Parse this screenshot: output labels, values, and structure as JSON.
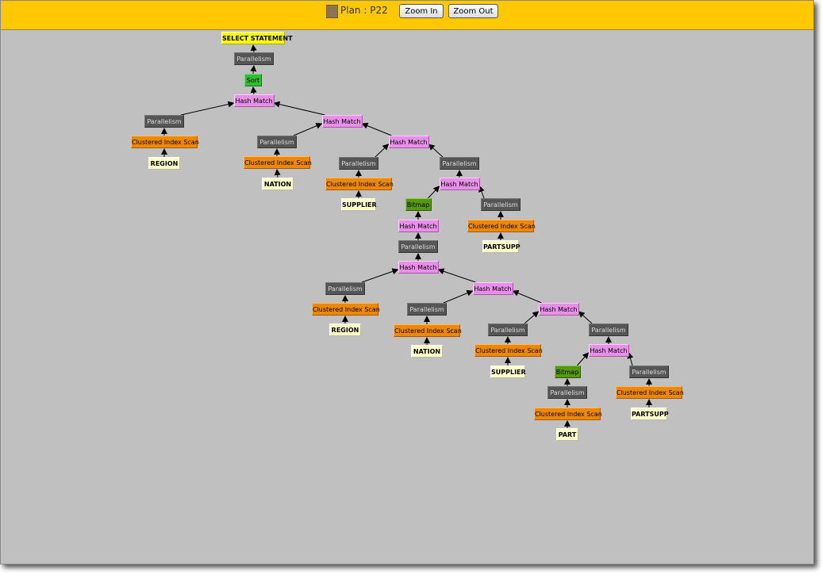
{
  "header": {
    "plan_label": "Plan : P22",
    "zoom_in": "Zoom In",
    "zoom_out": "Zoom Out",
    "swatch_color": "#8b7355"
  },
  "colors": {
    "header_bg": "#ffc800",
    "canvas_bg": "#c0c0c0"
  },
  "nodes": [
    {
      "id": 1,
      "label": "SELECT STATEMENT",
      "type": "select"
    },
    {
      "id": 2,
      "label": "Parallelism",
      "type": "par",
      "parent": 1
    },
    {
      "id": 3,
      "label": "Sort",
      "type": "sort",
      "parent": 2
    },
    {
      "id": 4,
      "label": "Hash Match",
      "type": "hash",
      "parent": 3
    },
    {
      "id": 5,
      "label": "Parallelism",
      "type": "par",
      "parent": 4
    },
    {
      "id": 6,
      "label": "Clustered Index Scan",
      "type": "cis",
      "parent": 5
    },
    {
      "id": 7,
      "label": "REGION",
      "type": "table",
      "parent": 6
    },
    {
      "id": 8,
      "label": "Hash Match",
      "type": "hash",
      "parent": 4
    },
    {
      "id": 9,
      "label": "Parallelism",
      "type": "par",
      "parent": 8
    },
    {
      "id": 10,
      "label": "Clustered Index Scan",
      "type": "cis",
      "parent": 9
    },
    {
      "id": 11,
      "label": "NATION",
      "type": "table",
      "parent": 10
    },
    {
      "id": 12,
      "label": "Hash Match",
      "type": "hash",
      "parent": 8
    },
    {
      "id": 13,
      "label": "Parallelism",
      "type": "par",
      "parent": 12
    },
    {
      "id": 14,
      "label": "Clustered Index Scan",
      "type": "cis",
      "parent": 13
    },
    {
      "id": 15,
      "label": "SUPPLIER",
      "type": "table",
      "parent": 14
    },
    {
      "id": 16,
      "label": "Parallelism",
      "type": "par",
      "parent": 12
    },
    {
      "id": 17,
      "label": "Hash Match",
      "type": "hash",
      "parent": 16
    },
    {
      "id": 18,
      "label": "Bitmap",
      "type": "bitmap",
      "parent": 17
    },
    {
      "id": 19,
      "label": "Parallelism",
      "type": "par",
      "parent": 17
    },
    {
      "id": 20,
      "label": "Clustered Index Scan",
      "type": "cis",
      "parent": 19
    },
    {
      "id": 21,
      "label": "PARTSUPP",
      "type": "table",
      "parent": 20
    },
    {
      "id": 22,
      "label": "Hash Match",
      "type": "hash",
      "parent": 18
    },
    {
      "id": 23,
      "label": "Parallelism",
      "type": "par",
      "parent": 22
    },
    {
      "id": 24,
      "label": "Hash Match",
      "type": "hash",
      "parent": 23
    },
    {
      "id": 25,
      "label": "Parallelism",
      "type": "par",
      "parent": 24
    },
    {
      "id": 26,
      "label": "Clustered Index Scan",
      "type": "cis",
      "parent": 25
    },
    {
      "id": 27,
      "label": "REGION",
      "type": "table",
      "parent": 26
    },
    {
      "id": 28,
      "label": "Hash Match",
      "type": "hash",
      "parent": 24
    },
    {
      "id": 29,
      "label": "Parallelism",
      "type": "par",
      "parent": 28
    },
    {
      "id": 30,
      "label": "Clustered Index Scan",
      "type": "cis",
      "parent": 29
    },
    {
      "id": 31,
      "label": "NATION",
      "type": "table",
      "parent": 30
    },
    {
      "id": 32,
      "label": "Hash Match",
      "type": "hash",
      "parent": 28
    },
    {
      "id": 33,
      "label": "Parallelism",
      "type": "par",
      "parent": 32
    },
    {
      "id": 34,
      "label": "Clustered Index Scan",
      "type": "cis",
      "parent": 33
    },
    {
      "id": 35,
      "label": "SUPPLIER",
      "type": "table",
      "parent": 34
    },
    {
      "id": 36,
      "label": "Parallelism",
      "type": "par",
      "parent": 32
    },
    {
      "id": 37,
      "label": "Hash Match",
      "type": "hash",
      "parent": 36
    },
    {
      "id": 38,
      "label": "Bitmap",
      "type": "bitmap",
      "parent": 37
    },
    {
      "id": 39,
      "label": "Parallelism",
      "type": "par",
      "parent": 37
    },
    {
      "id": 40,
      "label": "Clustered Index Scan",
      "type": "cis",
      "parent": 39
    },
    {
      "id": 41,
      "label": "PARTSUPP",
      "type": "table",
      "parent": 40
    },
    {
      "id": 42,
      "label": "Parallelism",
      "type": "par",
      "parent": 38
    },
    {
      "id": 43,
      "label": "Clustered Index Scan",
      "type": "cis",
      "parent": 42
    },
    {
      "id": 44,
      "label": "PART",
      "type": "table",
      "parent": 43
    }
  ]
}
